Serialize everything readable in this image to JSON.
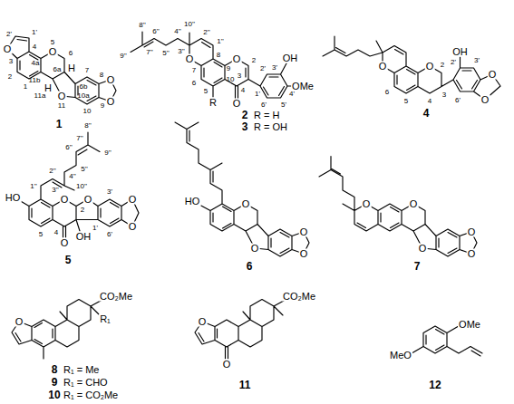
{
  "diagram": {
    "labels": [
      "O",
      "2'",
      "1'",
      "3",
      "4",
      "4a",
      "O",
      "5",
      "6",
      "6a",
      "H",
      "1",
      "2",
      "11b",
      "11a",
      "H",
      "O",
      "11",
      "7",
      "8",
      "6b",
      "10a",
      "9",
      "O",
      "O",
      "10",
      "1",
      "8''",
      "7''",
      "9''",
      "6''",
      "5''",
      "4''",
      "10''",
      "3''",
      "2''",
      "1''",
      "O",
      "8",
      "O",
      "2",
      "3",
      "1'",
      "2'",
      "3'",
      "OH",
      "7",
      "6",
      "5",
      "R",
      "9",
      "10",
      "4",
      "4'",
      "OMe",
      "6'",
      "5'",
      "O",
      "2",
      "R = H",
      "3",
      "R = OH",
      "O",
      "O",
      "2",
      "3",
      "2'",
      "OH",
      "3'",
      "6'",
      "O",
      "O",
      "6",
      "5",
      "4",
      "4",
      "8''",
      "7''",
      "6''",
      "9''",
      "5''",
      "4''",
      "2''",
      "10''",
      "3''",
      "1''",
      "O",
      "O",
      "3'",
      "HO",
      "2",
      "OH",
      "1'",
      "6'",
      "5",
      "4",
      "O",
      "O",
      "O",
      "5",
      "HO",
      "O",
      "O",
      "O",
      "O",
      "6",
      "O",
      "O",
      "O",
      "O",
      "O",
      "7",
      "O",
      "CO₂Me",
      "R₁",
      "8",
      "R₁ = Me",
      "9",
      "R₁ = CHO",
      "10",
      "R₁ = CO₂Me",
      "O",
      "O",
      "CO₂Me",
      "11",
      "OMe",
      "MeO",
      "12"
    ]
  }
}
